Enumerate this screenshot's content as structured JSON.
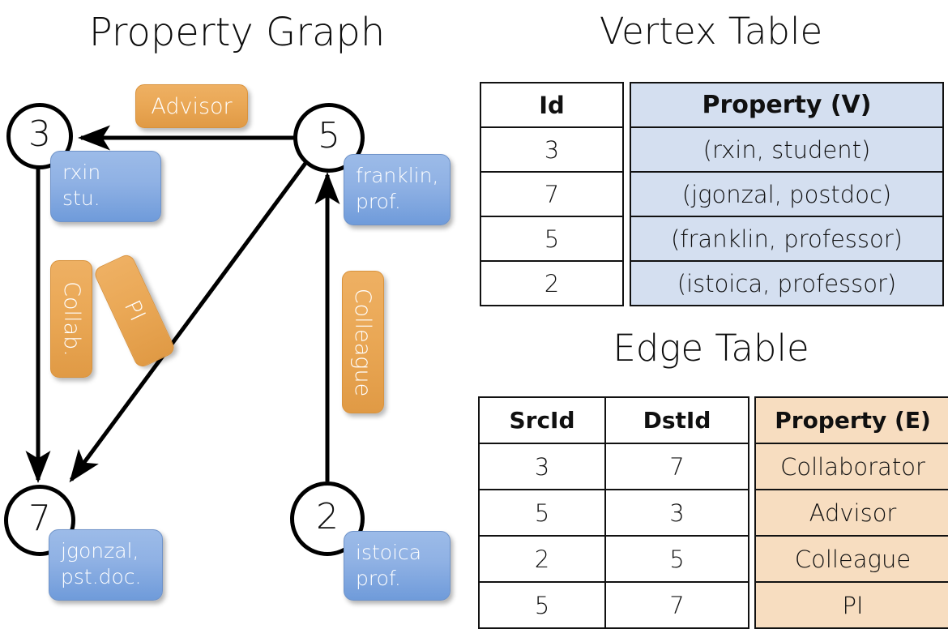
{
  "titles": {
    "property_graph": "Property Graph",
    "vertex_table": "Vertex Table",
    "edge_table": "Edge Table"
  },
  "graph": {
    "nodes": [
      {
        "id": "3",
        "property_lines": [
          "rxin",
          "stu."
        ]
      },
      {
        "id": "5",
        "property_lines": [
          "franklin,",
          "prof."
        ]
      },
      {
        "id": "7",
        "property_lines": [
          "jgonzal,",
          "pst.doc."
        ]
      },
      {
        "id": "2",
        "property_lines": [
          "istoica",
          "prof."
        ]
      }
    ],
    "edge_labels": [
      {
        "name": "advisor",
        "text": "Advisor"
      },
      {
        "name": "collab",
        "text": "Collab."
      },
      {
        "name": "pi",
        "text": "PI"
      },
      {
        "name": "colleague",
        "text": "Colleague"
      }
    ],
    "colors": {
      "node_stroke": "#000000",
      "vertex_box": "#8fb1e4",
      "edge_chip": "#eaa856",
      "edge_line": "#000000"
    }
  },
  "vertex_table": {
    "headers": {
      "id": "Id",
      "property": "Property (V)"
    },
    "rows": [
      {
        "id": "3",
        "property": "(rxin, student)"
      },
      {
        "id": "7",
        "property": "(jgonzal, postdoc)"
      },
      {
        "id": "5",
        "property": "(franklin, professor)"
      },
      {
        "id": "2",
        "property": "(istoica, professor)"
      }
    ],
    "header_fill": "#d4dff0"
  },
  "edge_table": {
    "headers": {
      "src": "SrcId",
      "dst": "DstId",
      "property": "Property (E)"
    },
    "rows": [
      {
        "src": "3",
        "dst": "7",
        "property": "Collaborator"
      },
      {
        "src": "5",
        "dst": "3",
        "property": "Advisor"
      },
      {
        "src": "2",
        "dst": "5",
        "property": "Colleague"
      },
      {
        "src": "5",
        "dst": "7",
        "property": "PI"
      }
    ],
    "header_fill": "#f7ddc0"
  }
}
